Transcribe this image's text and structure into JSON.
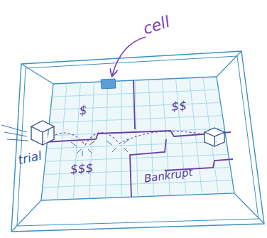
{
  "diagram": {
    "nodes": [
      {
        "text": [
          "$"
        ]
      },
      {
        "text": [
          "$$"
        ]
      },
      {
        "text": [
          "$$$"
        ]
      },
      {
        "text": [
          "Bankrupt"
        ]
      }
    ],
    "labels": [
      "cell",
      "trial"
    ]
  }
}
